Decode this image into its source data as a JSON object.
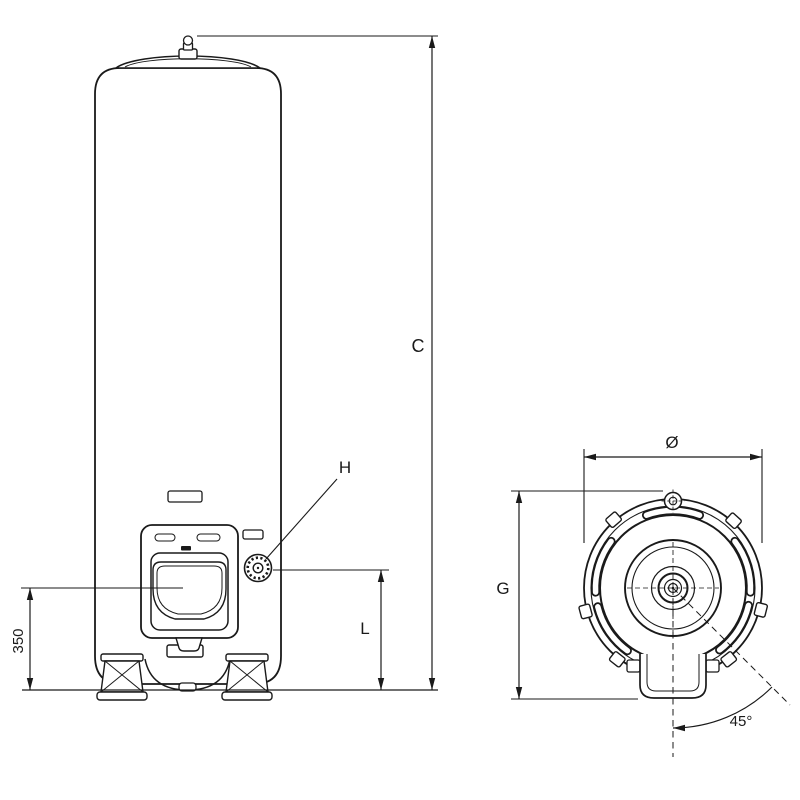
{
  "canvas": {
    "background": "#ffffff",
    "line_color": "#1a1a1a"
  },
  "front_view": {
    "dim_overall_height_label": "C",
    "dim_base_height_label": "350",
    "dim_lower_height_label": "L",
    "knob_callout_label": "H"
  },
  "top_view": {
    "dim_diameter_label": "Ø",
    "dim_depth_label": "G",
    "dim_angle_label": "45°"
  }
}
